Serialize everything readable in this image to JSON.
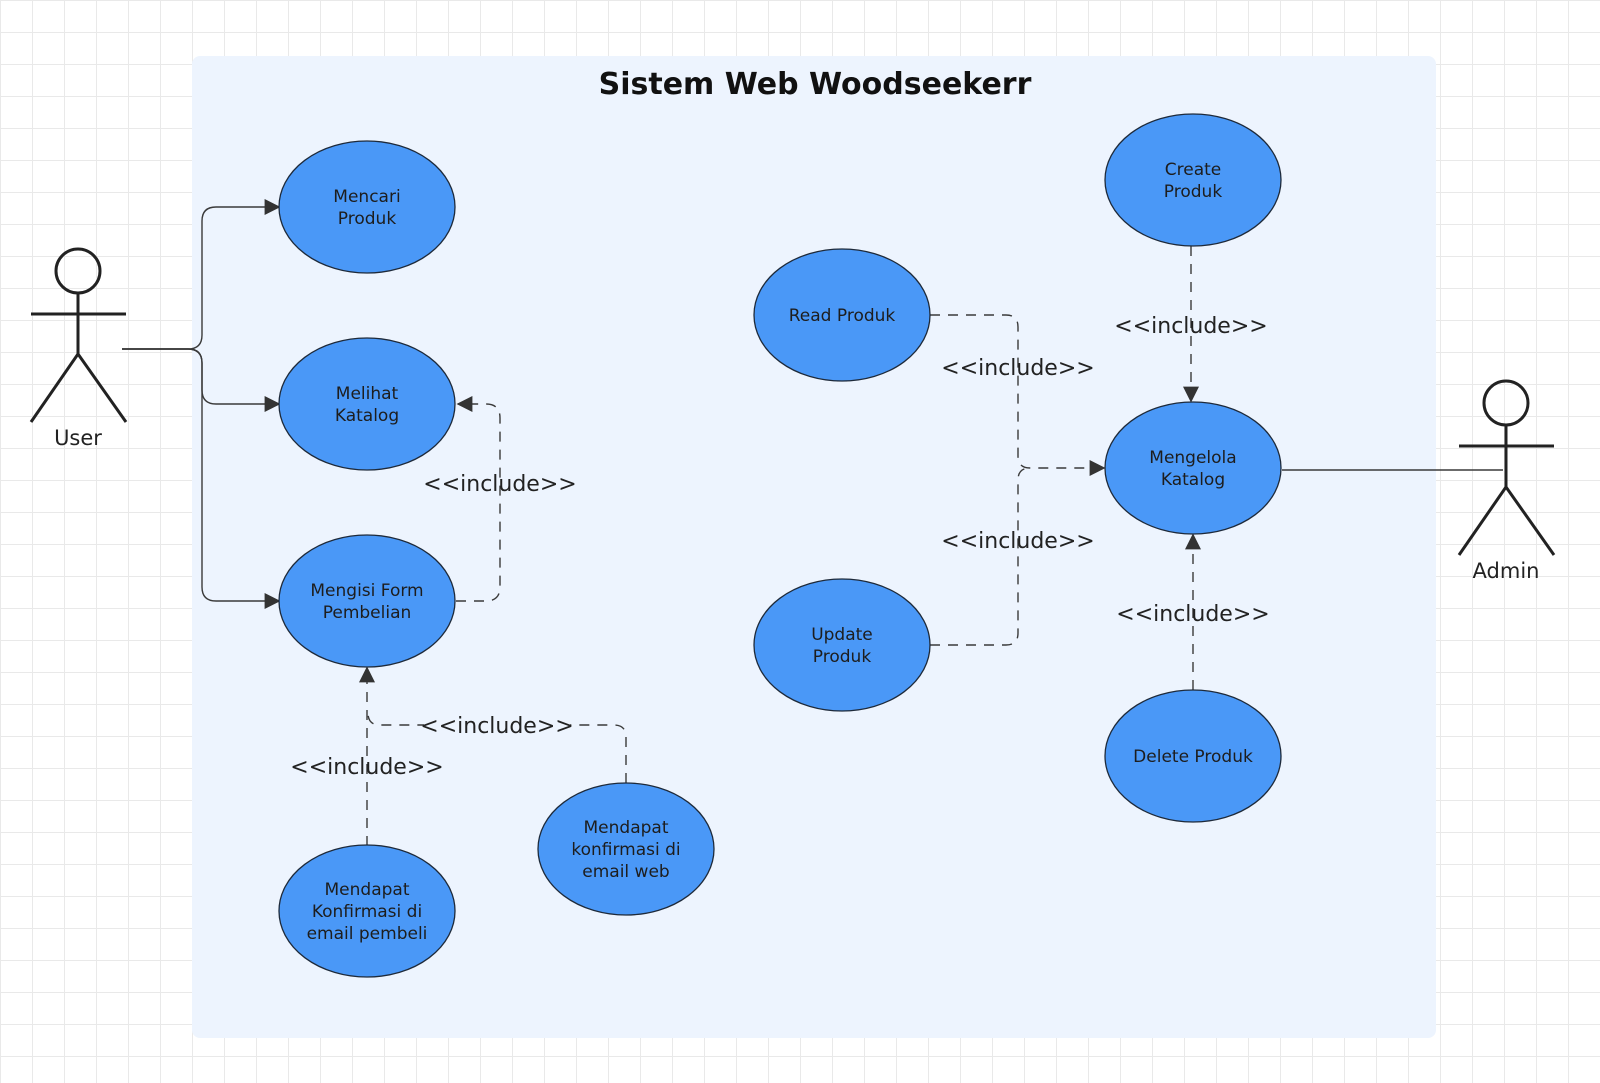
{
  "diagram": {
    "title": "Sistem Web Woodseekerr",
    "actors": {
      "user": "User",
      "admin": "Admin"
    },
    "use_cases": {
      "mencari_produk": [
        "Mencari",
        "Produk"
      ],
      "melihat_katalog": [
        "Melihat",
        "Katalog"
      ],
      "mengisi_form": [
        "Mengisi Form",
        "Pembelian"
      ],
      "konfirmasi_pembeli": [
        "Mendapat",
        "Konfirmasi di",
        "email pembeli"
      ],
      "konfirmasi_web": [
        "Mendapat",
        "konfirmasi di",
        "email web"
      ],
      "read_produk": [
        "Read Produk"
      ],
      "update_produk": [
        "Update",
        "Produk"
      ],
      "create_produk": [
        "Create",
        "Produk"
      ],
      "mengelola_katalog": [
        "Mengelola",
        "Katalog"
      ],
      "delete_produk": [
        "Delete Produk"
      ]
    },
    "relation_label": "<<include>>",
    "colors": {
      "boundary_fill": "#edf4fe",
      "usecase_fill": "#4a98f7",
      "usecase_stroke": "#1e2a3a",
      "line": "#3a3a3a"
    }
  }
}
